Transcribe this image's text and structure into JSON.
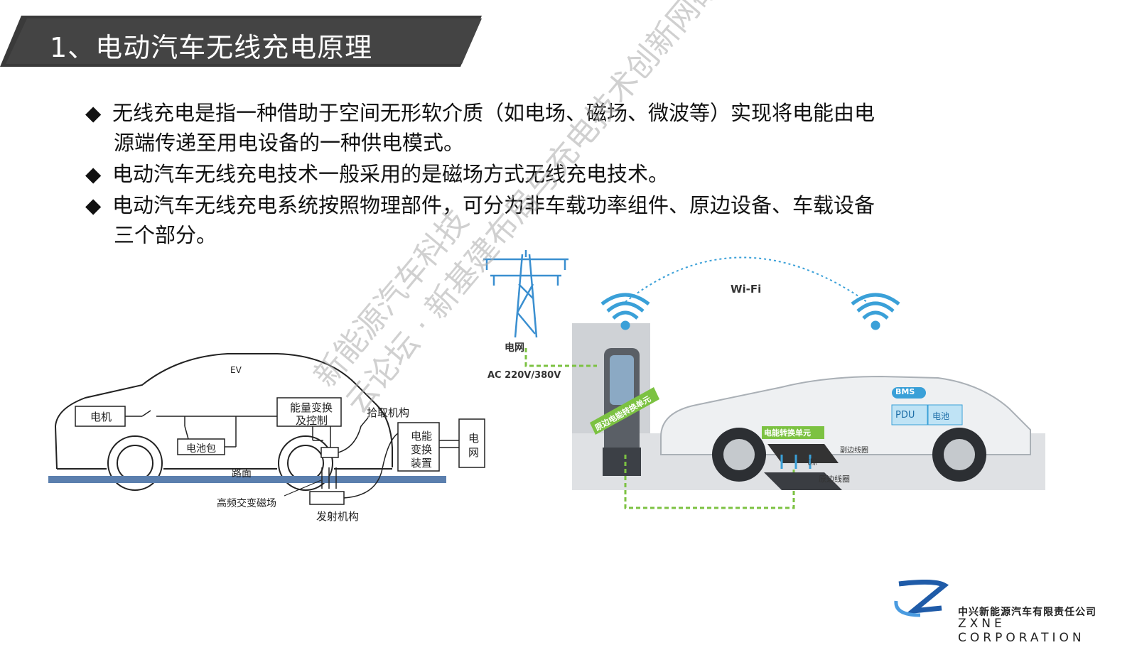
{
  "title": "1、电动汽车无线充电原理",
  "bullets": [
    {
      "mark": "◆",
      "lines": [
        "无线充电是指一种借助于空间无形软介质（如电场、磁场、微波等）实现将电能由电",
        "源端传递至用电设备的一种供电模式。"
      ]
    },
    {
      "mark": "◆",
      "lines": [
        "电动汽车无线充电技术一般采用的是磁场方式无线充电技术。"
      ]
    },
    {
      "mark": "◆",
      "lines": [
        "电动汽车无线充电系统按照物理部件，可分为非车载功率组件、原边设备、车载设备",
        "三个部分。"
      ]
    }
  ],
  "diagram_left": {
    "ev": "EV",
    "motor": "电机",
    "energy_conv": [
      "能量变换",
      "及控制"
    ],
    "battery": "电池包",
    "pickup": "拾取机构",
    "road": "路面",
    "power_conv": [
      "电能",
      "变换",
      "装置"
    ],
    "grid": [
      "电",
      "网"
    ],
    "hf_field": "高频交变磁场",
    "transmitter": "发射机构"
  },
  "diagram_right": {
    "wifi": "Wi-Fi",
    "grid": "电网",
    "ac": "AC 220V/380V",
    "bms": "BMS",
    "pdu": "PDU",
    "battery": "电池",
    "primary_unit": "原边电能转换单元",
    "vehicle_unit": "电能转换单元",
    "secondary_coil": "副边线圈",
    "airgap": "气隙",
    "primary_coil": "原边线圈"
  },
  "watermark": [
    "新能源汽车科技",
    "云论坛 · 新基建布局与充电技术创新网研会"
  ],
  "logo": {
    "cn": "中兴新能源汽车有限责任公司",
    "en": "ZXNE CORPORATION"
  },
  "colors": {
    "banner": "#3a3a3a",
    "road": "#5b7fae",
    "green": "#7cc242",
    "blue": "#3aa0d8"
  }
}
